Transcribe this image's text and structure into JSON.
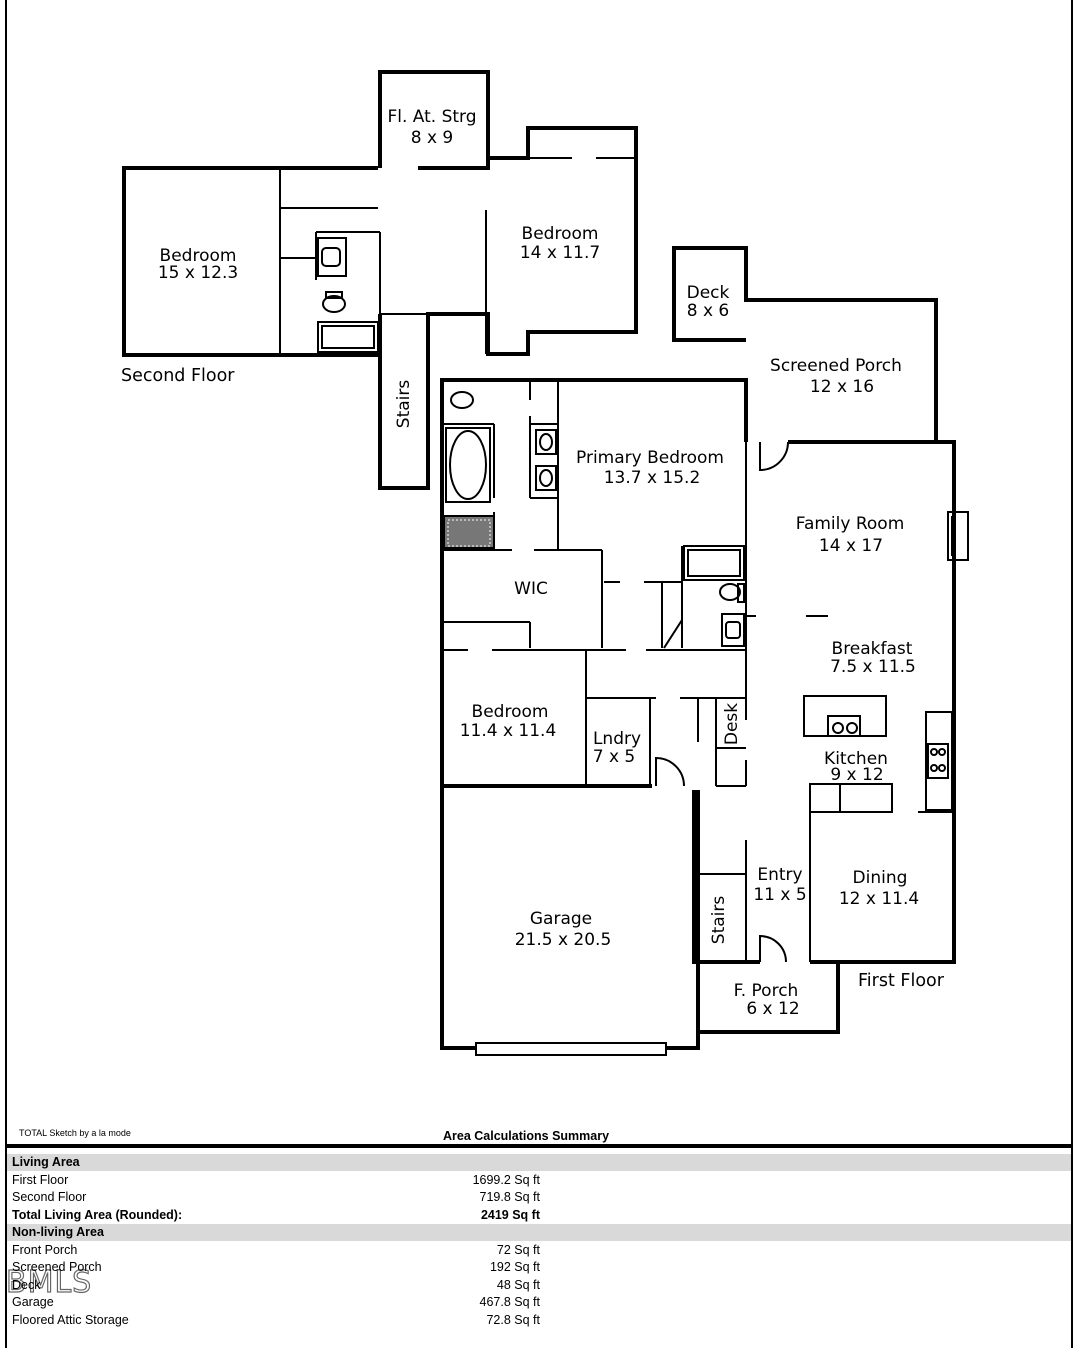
{
  "rooms": {
    "fl_at_strg": {
      "name": "Fl. At. Strg",
      "dim": "8 x 9"
    },
    "bedroom_left": {
      "name": "Bedroom",
      "dim": "15 x 12.3"
    },
    "bedroom_upper": {
      "name": "Bedroom",
      "dim": "14 x 11.7"
    },
    "deck": {
      "name": "Deck",
      "dim": "8 x 6"
    },
    "screened_porch": {
      "name": "Screened Porch",
      "dim": "12 x 16"
    },
    "stairs_upper": {
      "name": "Stairs"
    },
    "primary_bedroom": {
      "name": "Primary Bedroom",
      "dim": "13.7 x 15.2"
    },
    "family_room": {
      "name": "Family Room",
      "dim": "14 x 17"
    },
    "wic": {
      "name": "WIC"
    },
    "breakfast": {
      "name": "Breakfast",
      "dim": "7.5 x 11.5"
    },
    "bedroom_lower": {
      "name": "Bedroom",
      "dim": "11.4 x 11.4"
    },
    "lndry": {
      "name": "Lndry",
      "dim": "7 x 5"
    },
    "desk": {
      "name": "Desk"
    },
    "kitchen": {
      "name": "Kitchen",
      "dim": "9 x 12"
    },
    "entry": {
      "name": "Entry",
      "dim": "11 x 5"
    },
    "dining": {
      "name": "Dining",
      "dim": "12 x 11.4"
    },
    "garage": {
      "name": "Garage",
      "dim": "21.5 x 20.5"
    },
    "stairs_lower": {
      "name": "Stairs"
    },
    "f_porch": {
      "name": "F. Porch",
      "dim": "6 x 12"
    }
  },
  "floors": {
    "second": "Second Floor",
    "first": "First Floor"
  },
  "footer": {
    "credit": "TOTAL Sketch by a la mode",
    "summary_title": "Area Calculations Summary",
    "rows": [
      {
        "label": "Living Area",
        "value": "",
        "style": "band-bold"
      },
      {
        "label": "First Floor",
        "value": "1699.2 Sq ft",
        "style": ""
      },
      {
        "label": "Second Floor",
        "value": "719.8 Sq ft",
        "style": ""
      },
      {
        "label": "Total Living Area (Rounded):",
        "value": "2419 Sq ft",
        "style": "bold"
      },
      {
        "label": "Non-living Area",
        "value": "",
        "style": "band-bold"
      },
      {
        "label": "Front Porch",
        "value": "72 Sq ft",
        "style": ""
      },
      {
        "label": "Screened Porch",
        "value": "192 Sq ft",
        "style": ""
      },
      {
        "label": "Deck",
        "value": "48 Sq ft",
        "style": ""
      },
      {
        "label": "Garage",
        "value": "467.8 Sq ft",
        "style": ""
      },
      {
        "label": "Floored Attic Storage",
        "value": "72.8 Sq ft",
        "style": ""
      }
    ]
  },
  "watermark": "BMLS"
}
